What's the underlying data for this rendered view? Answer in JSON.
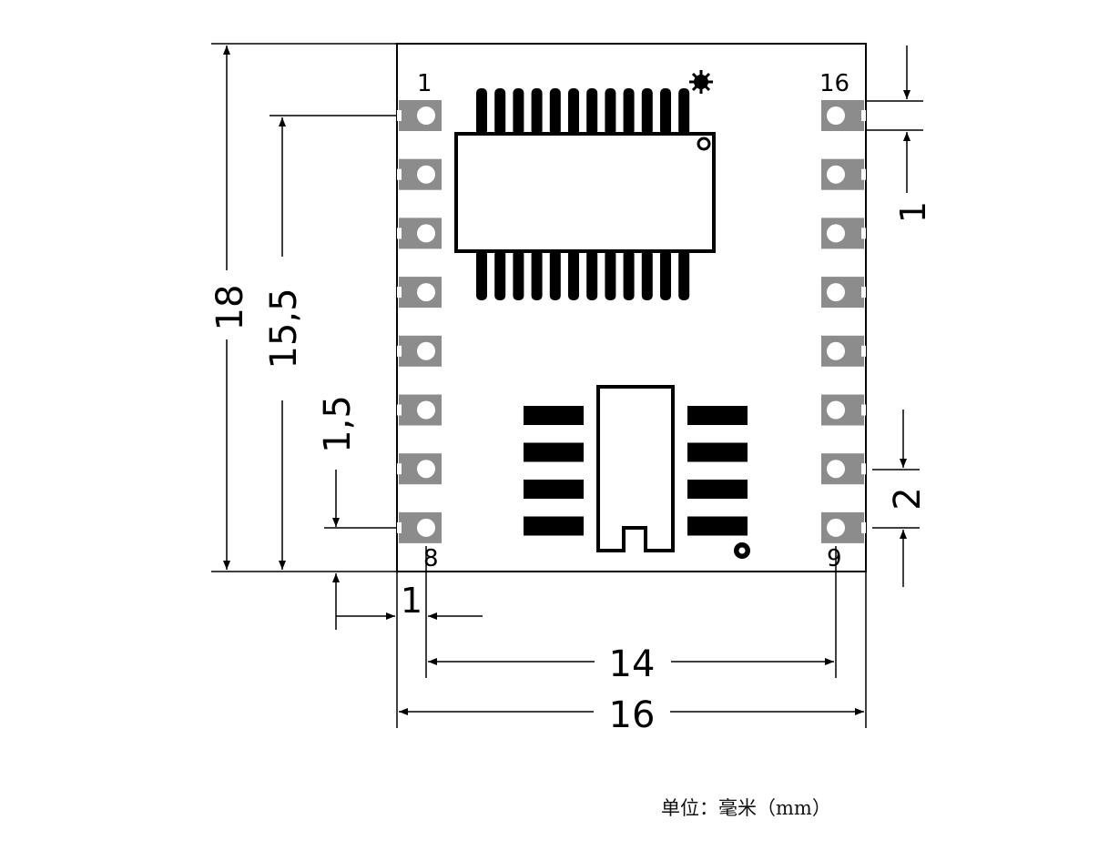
{
  "pin_labels": {
    "pin_1": "1",
    "pin_8": "8",
    "pin_9": "9",
    "pin_16": "16"
  },
  "dimensions": {
    "overall_height": "18",
    "pin_span_height": "15,5",
    "bottom_offset": "1,5",
    "left_offset": "1",
    "pin_to_pin_width": "14",
    "overall_width": "16",
    "pad_width": "1",
    "pitch": "2"
  },
  "unit_note": "单位：毫米（mm）",
  "colors": {
    "line": "#000000",
    "pad": "#8c8c8c",
    "background": "#ffffff"
  }
}
